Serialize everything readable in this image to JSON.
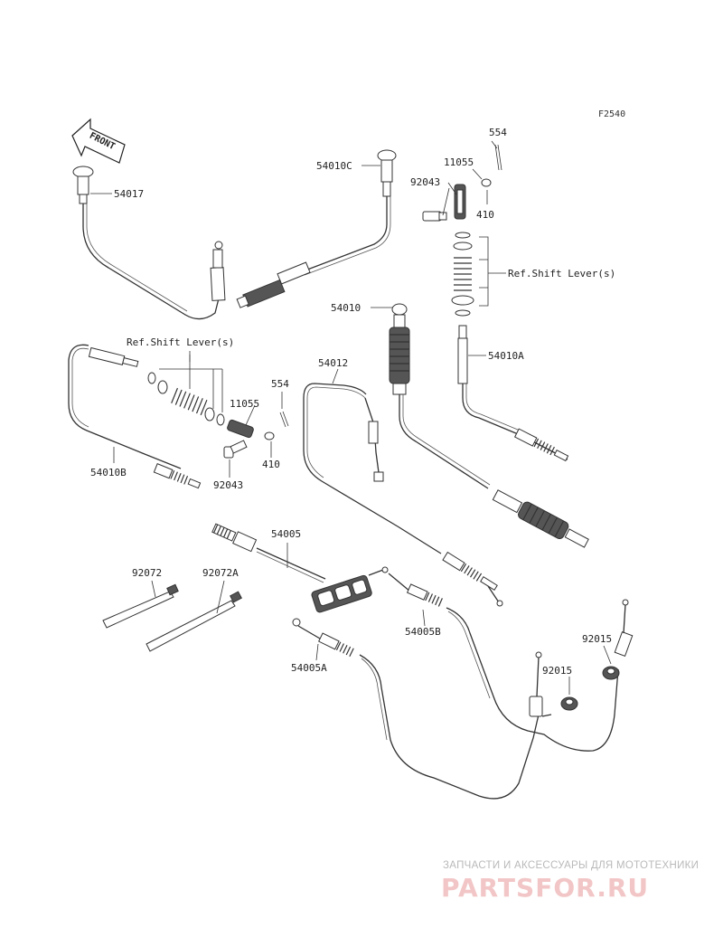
{
  "figure_code": "F2540",
  "front_label": "FRONT",
  "parts": {
    "p54017": "54017",
    "p54010C": "54010C",
    "p11055_top": "11055",
    "p554_top": "554",
    "p92043_top": "92043",
    "p410_top": "410",
    "ref_shift_right": "Ref.Shift Lever(s)",
    "p54010": "54010",
    "p54010A": "54010A",
    "p54012": "54012",
    "ref_shift_left": "Ref.Shift Lever(s)",
    "p554_mid": "554",
    "p11055_mid": "11055",
    "p410_mid": "410",
    "p54010B": "54010B",
    "p92043_mid": "92043",
    "p54005": "54005",
    "p92072": "92072",
    "p92072A": "92072A",
    "p54005B": "54005B",
    "p92015_a": "92015",
    "p92015_b": "92015",
    "p54005A": "54005A"
  },
  "watermark": {
    "tagline": "ЗАПЧАСТИ И АКСЕССУАРЫ ДЛЯ МОТОТЕХНИКИ",
    "logo": "PARTSFOR.RU"
  }
}
